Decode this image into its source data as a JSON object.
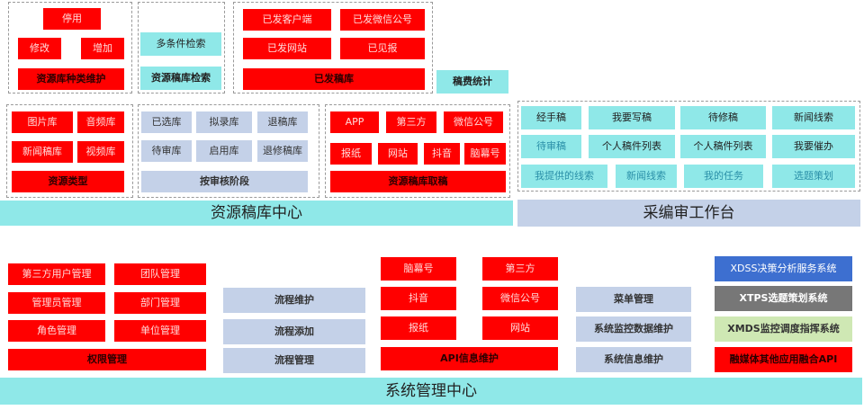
{
  "top": {
    "type_maint": {
      "title": "资源库种类维护",
      "items": [
        "停用",
        "修改",
        "增加"
      ]
    },
    "search": {
      "title": "资源稿库检索",
      "items": [
        "多条件检索"
      ]
    },
    "published": {
      "title": "已发稿库",
      "items": [
        "已发客户端",
        "已发微信公号",
        "已发网站",
        "已见报"
      ]
    },
    "stats": "稿费统计"
  },
  "resource_center": {
    "title": "资源稿库中心",
    "res_type": {
      "title": "资源类型",
      "items": [
        "图片库",
        "音频库",
        "新闻稿库",
        "视频库"
      ]
    },
    "review_stage": {
      "title": "按审核阶段",
      "items": [
        "已选库",
        "拟录库",
        "退稿库",
        "待审库",
        "启用库",
        "退修稿库"
      ]
    },
    "take": {
      "title": "资源稿库取稿",
      "items": [
        "APP",
        "第三方",
        "微信公号",
        "报纸",
        "网站",
        "抖音",
        "脑幕号"
      ]
    }
  },
  "workbench": {
    "title": "采编审工作台",
    "items": [
      "经手稿",
      "我要写稿",
      "待修稿",
      "新闻线索",
      "待审稿",
      "个人稿件列表",
      "个人稿件列表",
      "我要催办",
      "我提供的线索",
      "新闻线索",
      "我的任务",
      "选题策划"
    ]
  },
  "system_center": {
    "title": "系统管理中心",
    "perm": {
      "title": "权限管理",
      "items": [
        "第三方用户管理",
        "团队管理",
        "管理员管理",
        "部门管理",
        "角色管理",
        "单位管理"
      ]
    },
    "flow": [
      "流程维护",
      "流程添加",
      "流程管理"
    ],
    "api": {
      "title": "API信息维护",
      "items": [
        "脑幕号",
        "第三方",
        "抖音",
        "微信公号",
        "报纸",
        "网站"
      ]
    },
    "sys": [
      "菜单管理",
      "系统监控数据维护",
      "系统信息维护"
    ],
    "external": [
      "XDSS决策分析服务系统",
      "XTPS选题策划系统",
      "XMDS监控调度指挥系统",
      "融媒体其他应用融合API"
    ]
  }
}
